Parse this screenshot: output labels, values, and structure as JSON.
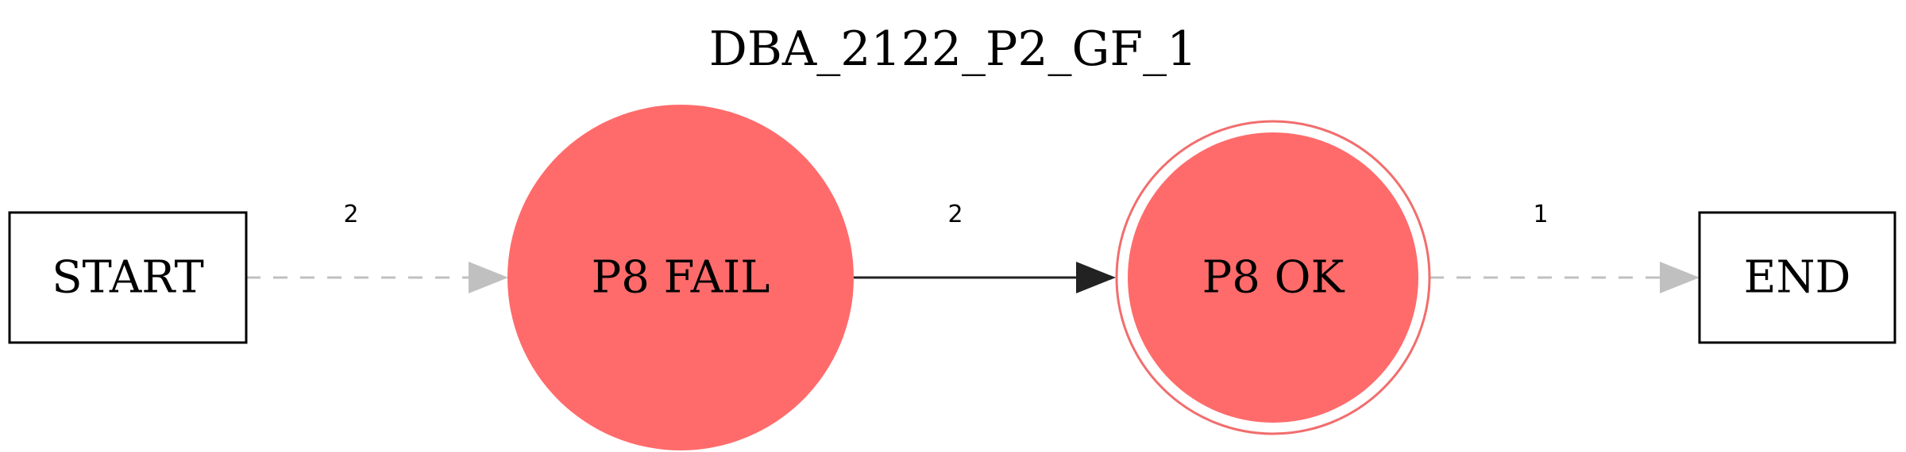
{
  "title": "DBA_2122_P2_GF_1",
  "colors": {
    "state_fill": "#ff6b6b",
    "state_ring": "#f26d6d",
    "dashed_edge": "#c0c0c0",
    "solid_edge": "#222222",
    "box_stroke": "#000000"
  },
  "nodes": {
    "start": {
      "label": "START",
      "shape": "box"
    },
    "fail": {
      "label": "P8 FAIL",
      "shape": "circle"
    },
    "ok": {
      "label": "P8 OK",
      "shape": "doublecircle"
    },
    "end": {
      "label": "END",
      "shape": "box"
    }
  },
  "edges": {
    "start_fail": {
      "from": "START",
      "to": "P8 FAIL",
      "label": "2",
      "style": "dashed"
    },
    "fail_ok": {
      "from": "P8 FAIL",
      "to": "P8 OK",
      "label": "2",
      "style": "solid"
    },
    "ok_end": {
      "from": "P8 OK",
      "to": "END",
      "label": "1",
      "style": "dashed"
    }
  }
}
